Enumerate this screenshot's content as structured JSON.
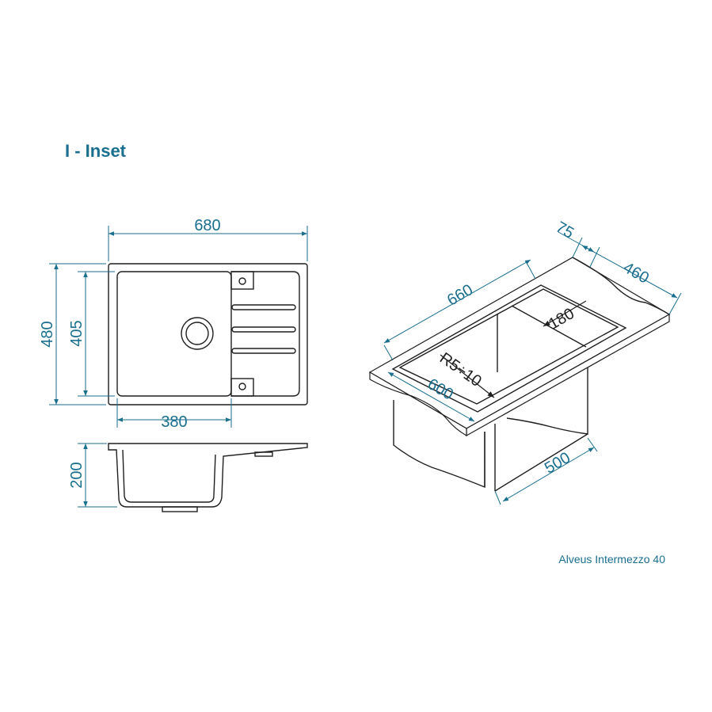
{
  "title": "I - Inset",
  "caption": "Alveus Intermezzo 40",
  "top_view": {
    "overall_width": "680",
    "overall_depth": "480",
    "bowl_depth": "405",
    "bowl_width": "380"
  },
  "side_view": {
    "height": "200"
  },
  "iso_view": {
    "edge": "75",
    "depth": "460",
    "length": "660",
    "wall": "180",
    "radius": "R5÷10",
    "cabinet_front": "600",
    "cabinet_width": "500"
  },
  "colors": {
    "dimension_blue": "#1a6e8e",
    "line_black": "#1f1f1f"
  }
}
